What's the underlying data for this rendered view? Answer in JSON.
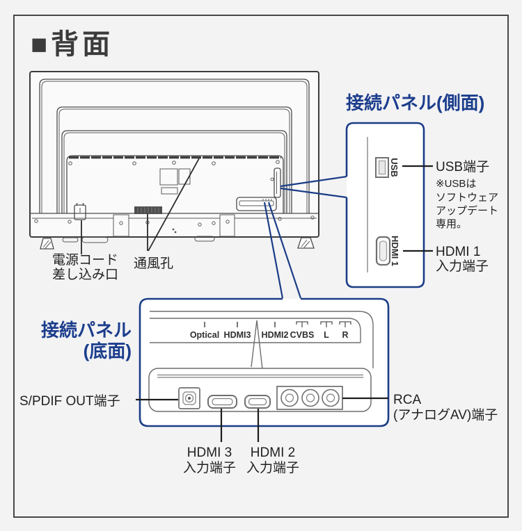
{
  "page": {
    "title": "■背面"
  },
  "colors": {
    "accent": "#1b3d8c",
    "ink": "#3c3c3c"
  },
  "tv": {
    "power_label_line1": "電源コード",
    "power_label_line2": "差し込み口",
    "vent_label": "通風孔"
  },
  "side_panel": {
    "heading": "接続パネル(側面)",
    "usb_port_label": "USB",
    "usb_label": "USB端子",
    "usb_note_lines": [
      "※USBは",
      "ソフトウェア",
      "アップデート",
      "専用。"
    ],
    "hdmi_port_label": "HDMI 1",
    "hdmi_label_line1": "HDMI 1",
    "hdmi_label_line2": "入力端子"
  },
  "bottom_panel": {
    "heading_line1": "接続パネル",
    "heading_line2": "(底面)",
    "port_labels": [
      "Optical",
      "HDMI3",
      "HDMI2",
      "CVBS",
      "L",
      "R"
    ],
    "spdif_label": "S/PDIF OUT端子",
    "hdmi3_label_line1": "HDMI 3",
    "hdmi3_label_line2": "入力端子",
    "hdmi2_label_line1": "HDMI 2",
    "hdmi2_label_line2": "入力端子",
    "rca_label_line1": "RCA",
    "rca_label_line2": "(アナログAV)端子"
  }
}
